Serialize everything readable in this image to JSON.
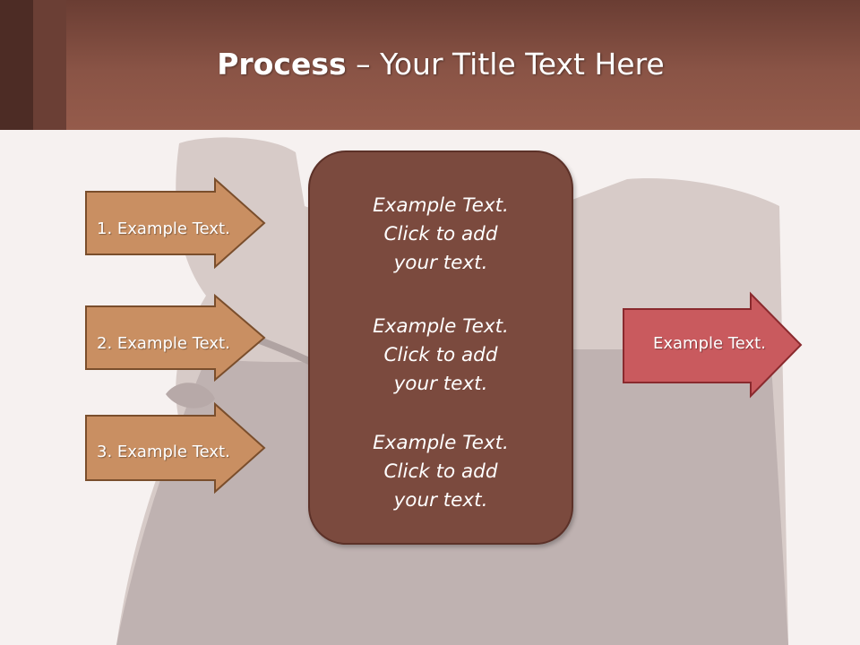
{
  "slide": {
    "title_bold": "Process",
    "title_rest": " – Your Title Text Here"
  },
  "left_arrows": [
    {
      "label": "1. Example Text."
    },
    {
      "label": "2. Example Text."
    },
    {
      "label": "3. Example Text."
    }
  ],
  "center_box": {
    "blocks": [
      {
        "line1": "Example Text.",
        "line2": "Click  to add",
        "line3": "your text."
      },
      {
        "line1": "Example Text.",
        "line2": "Click  to add",
        "line3": "your text."
      },
      {
        "line1": "Example Text.",
        "line2": "Click  to add",
        "line3": "your text."
      }
    ]
  },
  "right_arrow": {
    "label": "Example Text."
  },
  "colors": {
    "header": "#8a5446",
    "left_arrow_fill": "#c98f62",
    "left_arrow_border": "#7a4e2c",
    "center_box_fill": "#7b4a3e",
    "right_arrow_fill": "#c95a5e",
    "right_arrow_border": "#8a2a2e"
  }
}
